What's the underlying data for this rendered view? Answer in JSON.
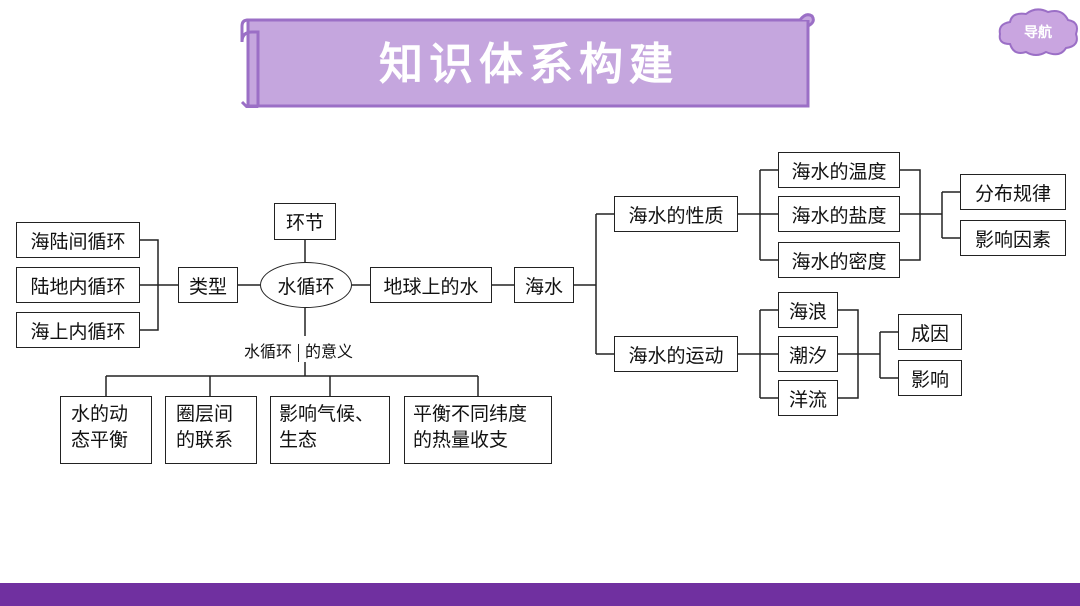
{
  "header": {
    "title": "知识体系构建",
    "nav_label": "导航"
  },
  "colors": {
    "banner_fill": "#c5a6de",
    "banner_stroke": "#9b6fc6",
    "footer": "#7030a0",
    "nav_fill": "#c9a5e0"
  },
  "diagram": {
    "cycles": [
      "海陆间循环",
      "陆地内循环",
      "海上内循环"
    ],
    "type_label": "类型",
    "link_label": "环节",
    "center": "水循环",
    "meaning_caption": [
      "水循环",
      "的意义"
    ],
    "meanings": [
      "水的动态平衡",
      "圈层间的联系",
      "影响气候、生态",
      "平衡不同纬度的热量收支"
    ],
    "earth_water": "地球上的水",
    "sea_water": "海水",
    "properties": "海水的性质",
    "property_items": [
      "海水的温度",
      "海水的盐度",
      "海水的密度"
    ],
    "property_aspects": [
      "分布规律",
      "影响因素"
    ],
    "motion": "海水的运动",
    "motion_items": [
      "海浪",
      "潮汐",
      "洋流"
    ],
    "motion_aspects": [
      "成因",
      "影响"
    ]
  }
}
